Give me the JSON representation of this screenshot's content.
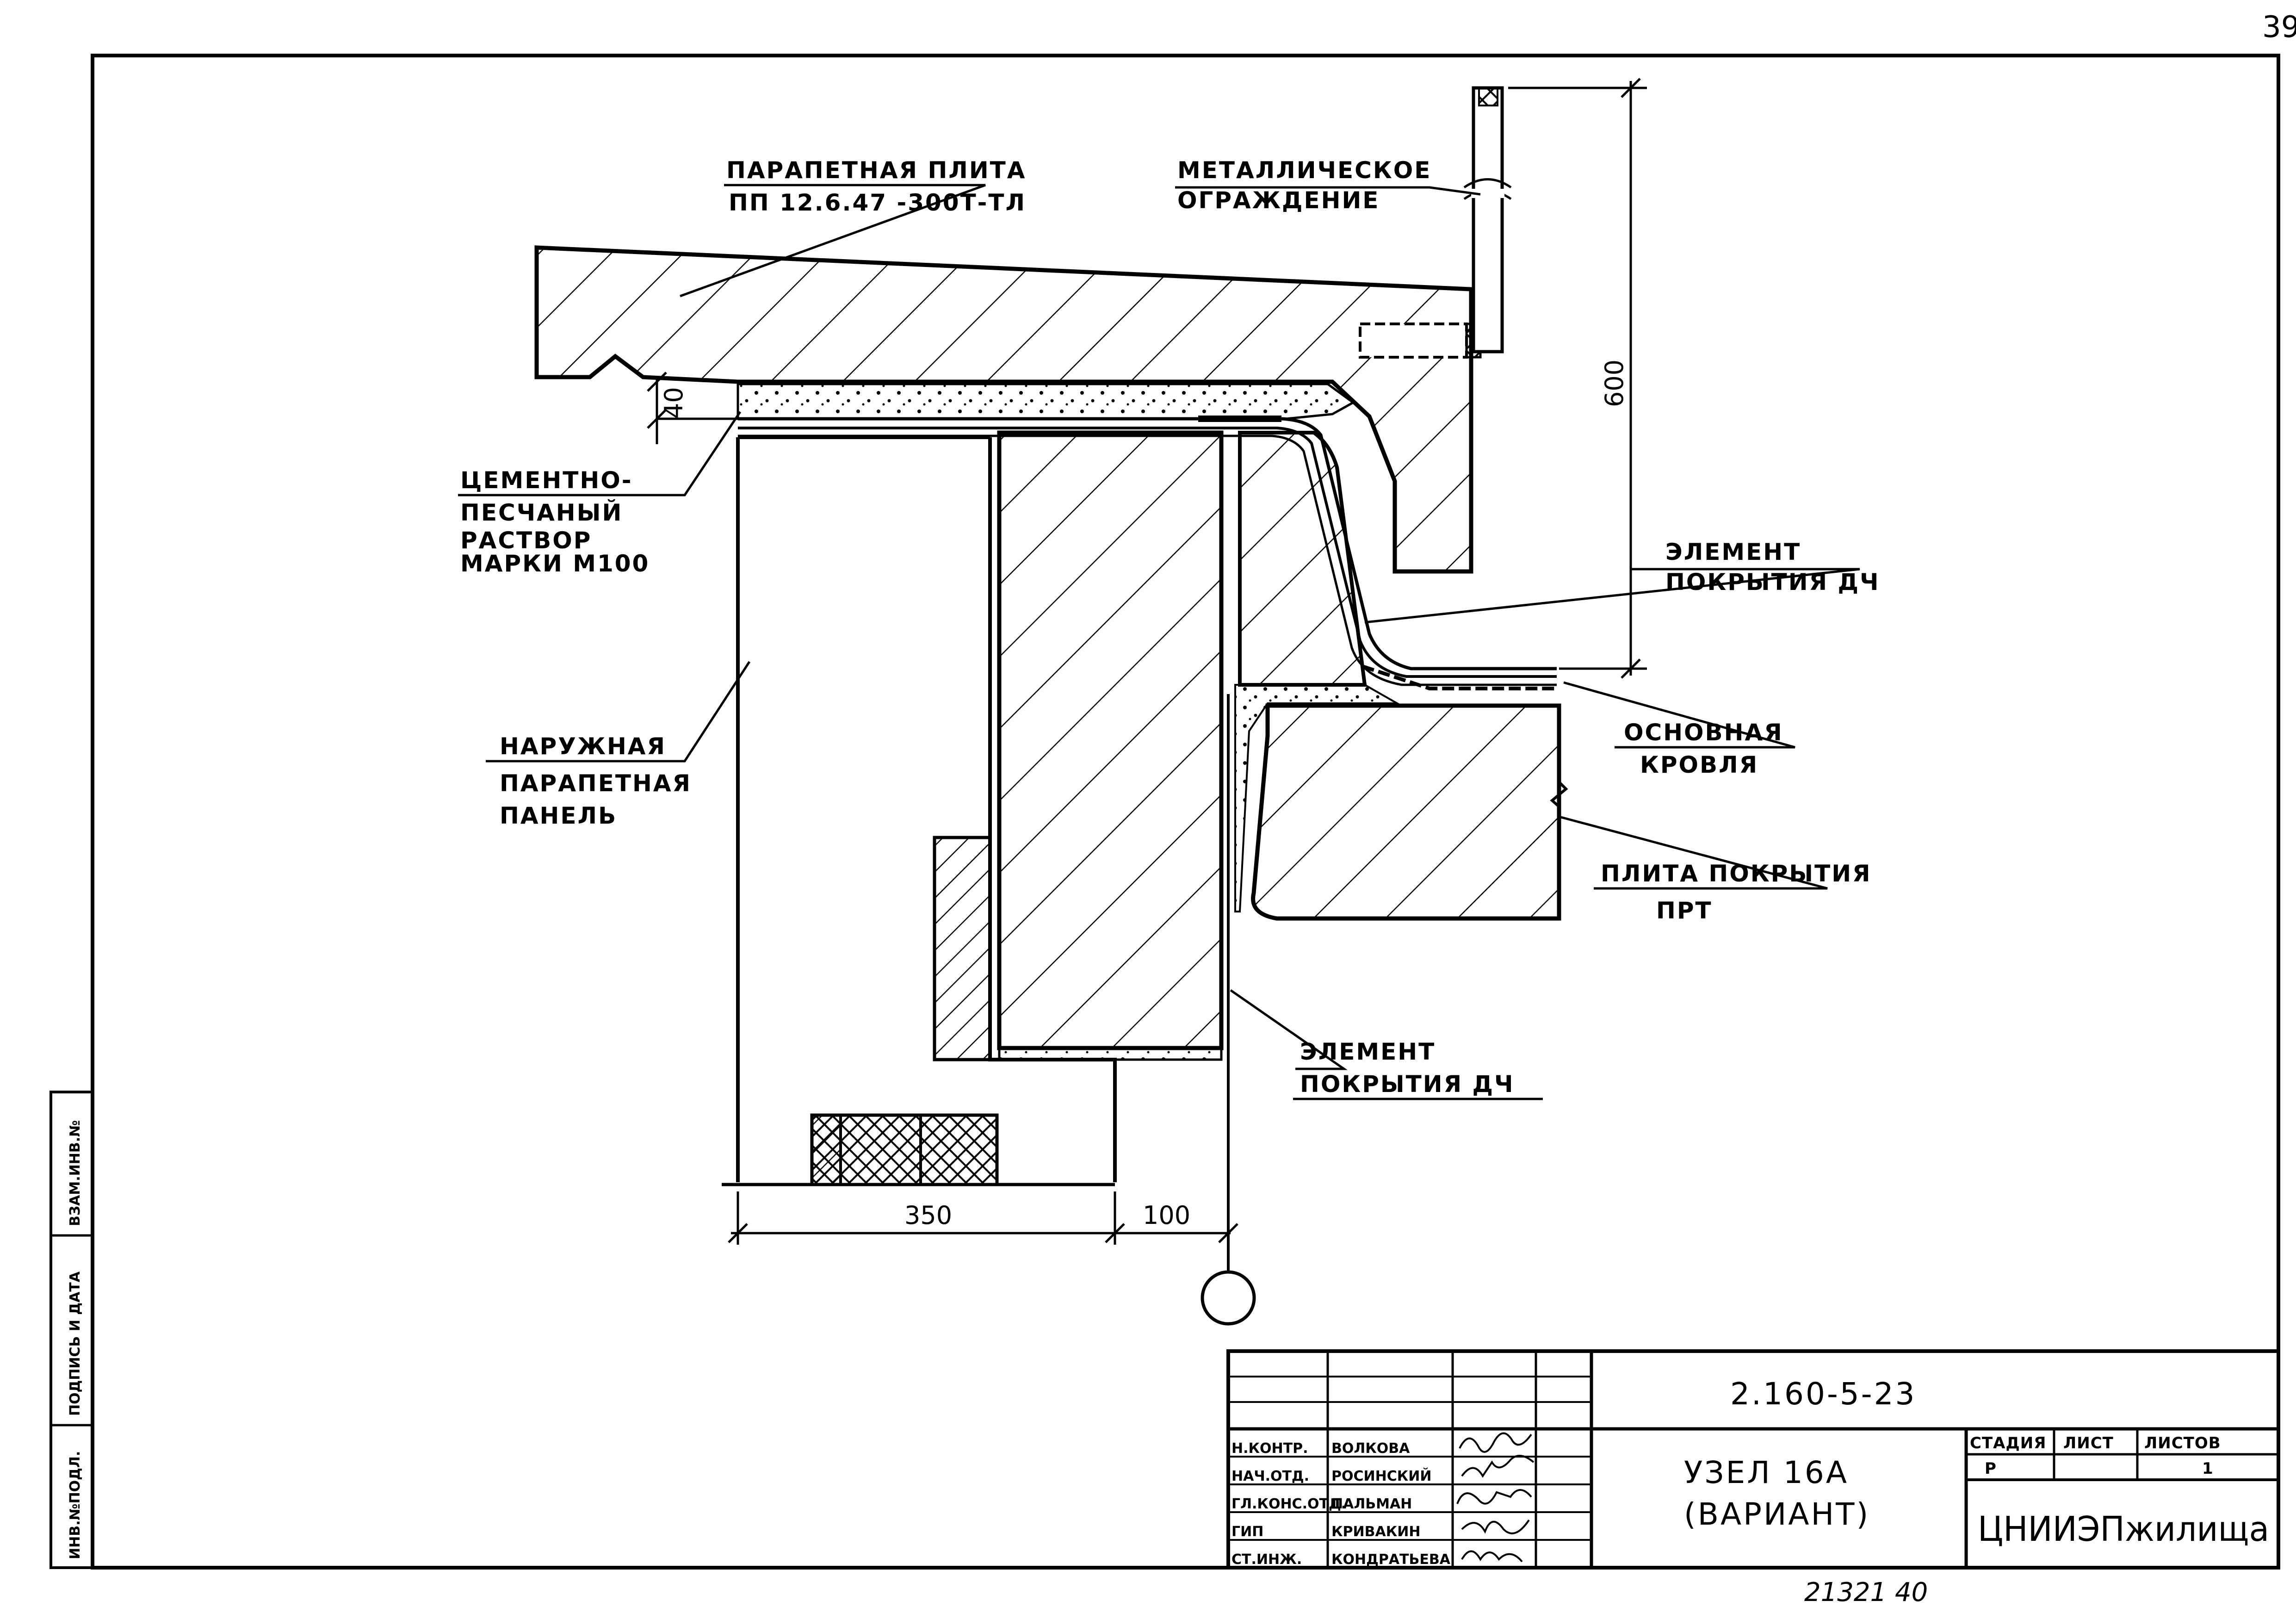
{
  "page_number": "39",
  "labels": {
    "parapet_slab_title": "ПАРАПЕТНАЯ ПЛИТА",
    "parapet_slab_mark": "ПП 12.6.47 -300Т-ТЛ",
    "railing_line1": "МЕТАЛЛИЧЕСКОЕ",
    "railing_line2": "ОГРАЖДЕНИЕ",
    "mortar_line1": "ЦЕМЕНТНО-",
    "mortar_line2": "ПЕСЧАНЫЙ",
    "mortar_line3": "РАСТВОР",
    "mortar_line4": "МАРКИ М100",
    "element_top_line1": "ЭЛЕМЕНТ",
    "element_top_line2": "ПОКРЫТИЯ  ДЧ",
    "main_roof_line1": "ОСНОВНАЯ",
    "main_roof_line2": "КРОВЛЯ",
    "roof_slab_line1": "ПЛИТА ПОКРЫТИЯ",
    "roof_slab_line2": "ПРТ",
    "outer_panel_line1": "НАРУЖНАЯ",
    "outer_panel_line2": "ПАРАПЕТНАЯ",
    "outer_panel_line3": "ПАНЕЛЬ",
    "element_bottom_line1": "ЭЛЕМЕНТ",
    "element_bottom_line2": "ПОКРЫТИЯ  ДЧ"
  },
  "dimensions": {
    "railing_height": "600",
    "mortar_gap": "40",
    "panel_width": "350",
    "offset": "100"
  },
  "side_stamp": {
    "inv_no": "ИНВ.№ПОДЛ.",
    "signature_date": "ПОДПИСЬ И ДАТА",
    "replaces_inv": "ВЗАМ.ИНВ.№"
  },
  "title_block": {
    "doc_code": "2.160-5-23",
    "title_line1": "УЗЕЛ 16А",
    "title_line2": "(ВАРИАНТ)",
    "stage_header": "СТАДИЯ",
    "sheet_header": "ЛИСТ",
    "sheets_header": "ЛИСТОВ",
    "stage": "Р",
    "sheet": "",
    "sheets": "1",
    "organization": "ЦНИИЭПжилища",
    "roles": [
      {
        "role": "Н.КОНТР.",
        "name": "ВОЛКОВА"
      },
      {
        "role": "НАЧ.ОТД.",
        "name": "РОСИНСКИЙ"
      },
      {
        "role": "ГЛ.КОНС.ОТД.",
        "name": "ПАЛЬМАН"
      },
      {
        "role": "ГИП",
        "name": "КРИВАКИН"
      },
      {
        "role": "СТ.ИНЖ.",
        "name": "КОНДРАТЬЕВА"
      }
    ]
  },
  "footer_number": "21321  40"
}
